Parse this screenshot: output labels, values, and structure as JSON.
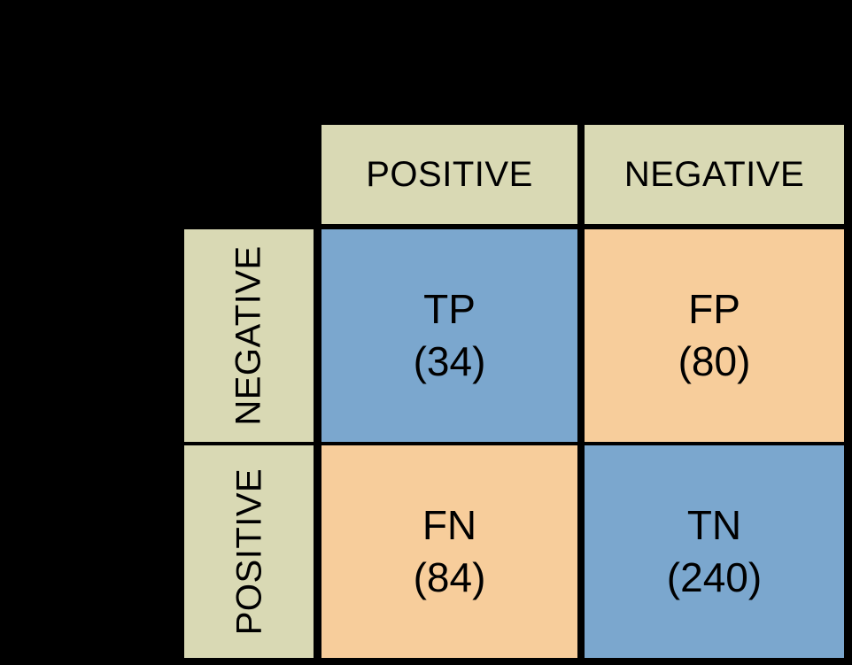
{
  "chart_data": {
    "type": "table",
    "title": "",
    "column_header_label": "",
    "row_header_label": "",
    "columns": [
      "POSITIVE",
      "NEGATIVE"
    ],
    "rows": [
      "NEGATIVE",
      "POSITIVE"
    ],
    "cells": [
      [
        {
          "label": "TP",
          "count": 34,
          "count_text": "(34)",
          "color": "#7BA7CE"
        },
        {
          "label": "FP",
          "count": 80,
          "count_text": "(80)",
          "color": "#F7CD9B"
        }
      ],
      [
        {
          "label": "FN",
          "count": 84,
          "count_text": "(84)",
          "color": "#F7CD9B"
        },
        {
          "label": "TN",
          "count": 240,
          "count_text": "(240)",
          "color": "#7BA7CE"
        }
      ]
    ],
    "colors": {
      "background": "#000000",
      "header_fill": "#D9D9B4",
      "correct_fill": "#7BA7CE",
      "incorrect_fill": "#F7CD9B",
      "border": "#000000",
      "text": "#000000"
    }
  },
  "matrix": {
    "columns": {
      "positive": "POSITIVE",
      "negative": "NEGATIVE"
    },
    "rows": {
      "negative": "NEGATIVE",
      "positive": "POSITIVE"
    },
    "tp": {
      "label": "TP",
      "count": "(34)"
    },
    "fp": {
      "label": "FP",
      "count": "(80)"
    },
    "fn": {
      "label": "FN",
      "count": "(84)"
    },
    "tn": {
      "label": "TN",
      "count": "(240)"
    }
  }
}
